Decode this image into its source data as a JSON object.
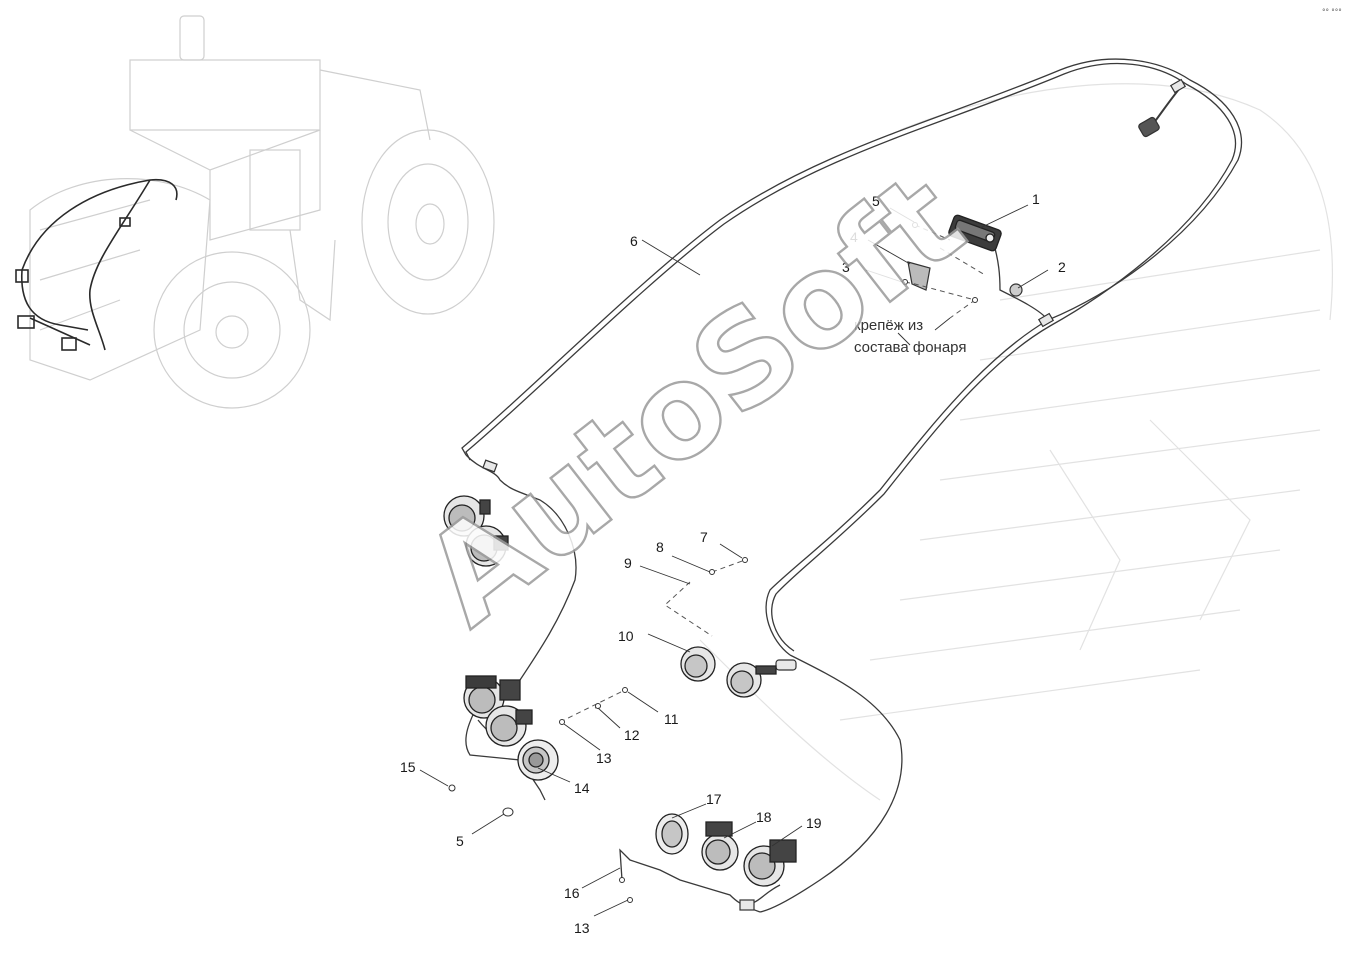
{
  "callouts": [
    {
      "id": "1",
      "label": "1"
    },
    {
      "id": "2",
      "label": "2"
    },
    {
      "id": "3",
      "label": "3"
    },
    {
      "id": "4",
      "label": "4"
    },
    {
      "id": "5a",
      "label": "5"
    },
    {
      "id": "6",
      "label": "6"
    },
    {
      "id": "7",
      "label": "7"
    },
    {
      "id": "8",
      "label": "8"
    },
    {
      "id": "9",
      "label": "9"
    },
    {
      "id": "10",
      "label": "10"
    },
    {
      "id": "11",
      "label": "11"
    },
    {
      "id": "12",
      "label": "12"
    },
    {
      "id": "13a",
      "label": "13"
    },
    {
      "id": "14",
      "label": "14"
    },
    {
      "id": "15",
      "label": "15"
    },
    {
      "id": "5b",
      "label": "5"
    },
    {
      "id": "17",
      "label": "17"
    },
    {
      "id": "18",
      "label": "18"
    },
    {
      "id": "19",
      "label": "19"
    },
    {
      "id": "16",
      "label": "16"
    },
    {
      "id": "13b",
      "label": "13"
    }
  ],
  "note": {
    "line1": "крепёж из",
    "line2": "состава фонаря"
  },
  "watermark": "AutoSoft",
  "corner_mark": "°° °°°",
  "colors": {
    "line": "#3a3a3a",
    "faint": "#d4d4d4",
    "watermark_stroke": "#9a9a9a"
  }
}
